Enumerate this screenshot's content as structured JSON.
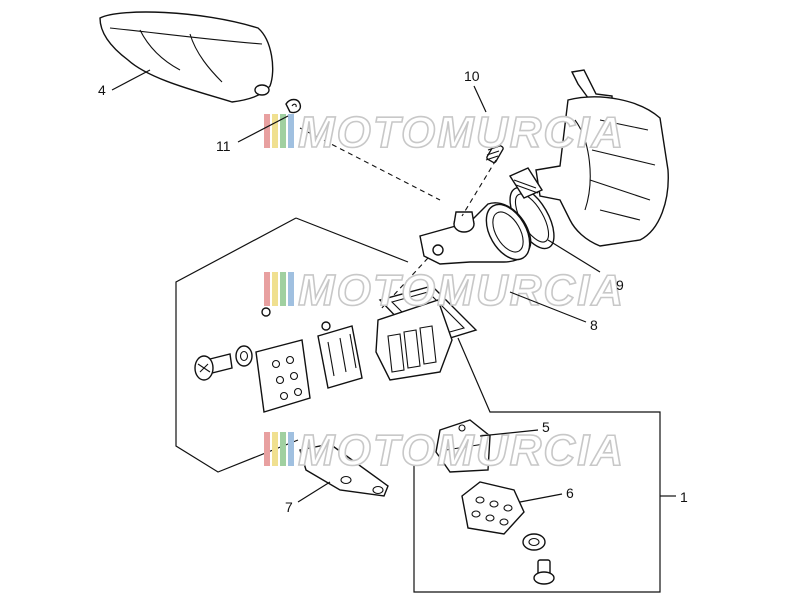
{
  "callouts": {
    "c1": "1",
    "c4": "4",
    "c5": "5",
    "c6": "6",
    "c7": "7",
    "c8": "8",
    "c9": "9",
    "c10": "10",
    "c11": "11"
  },
  "watermark": {
    "text": "MOTOMURCIA",
    "stripe_colors": [
      "#e8a0a0",
      "#f0e090",
      "#a0d0a0",
      "#a0c0e0"
    ]
  },
  "colors": {
    "line": "#111111",
    "background": "#ffffff",
    "watermark_outline": "#c8c8c8"
  }
}
